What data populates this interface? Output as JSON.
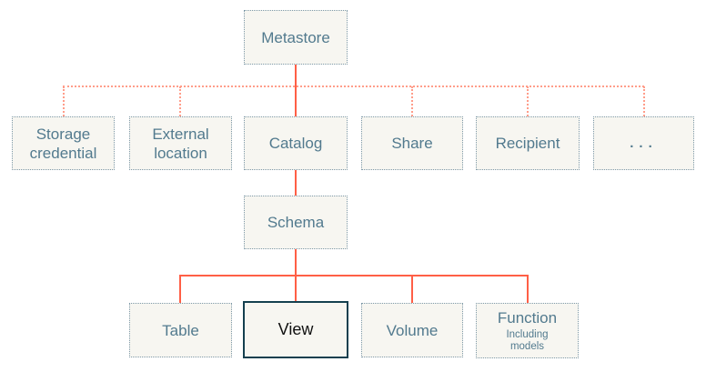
{
  "colors": {
    "canvas-bg": "#ffffff",
    "box-fill": "#f7f6f1",
    "box-border": "#7e99a8",
    "label-text": "#527a8e",
    "solid-line": "#ff5f46",
    "dotted-line": "#ff9d8a",
    "highlight-border": "#15404f",
    "highlight-text": "#101010"
  },
  "nodes": {
    "metastore": "Metastore",
    "storage_credential": "Storage credential",
    "external_location": "External location",
    "catalog": "Catalog",
    "share": "Share",
    "recipient": "Recipient",
    "ellipsis": "...",
    "schema": "Schema",
    "table": "Table",
    "view": "View",
    "volume": "Volume",
    "function": "Function",
    "function_note": "Including models"
  }
}
